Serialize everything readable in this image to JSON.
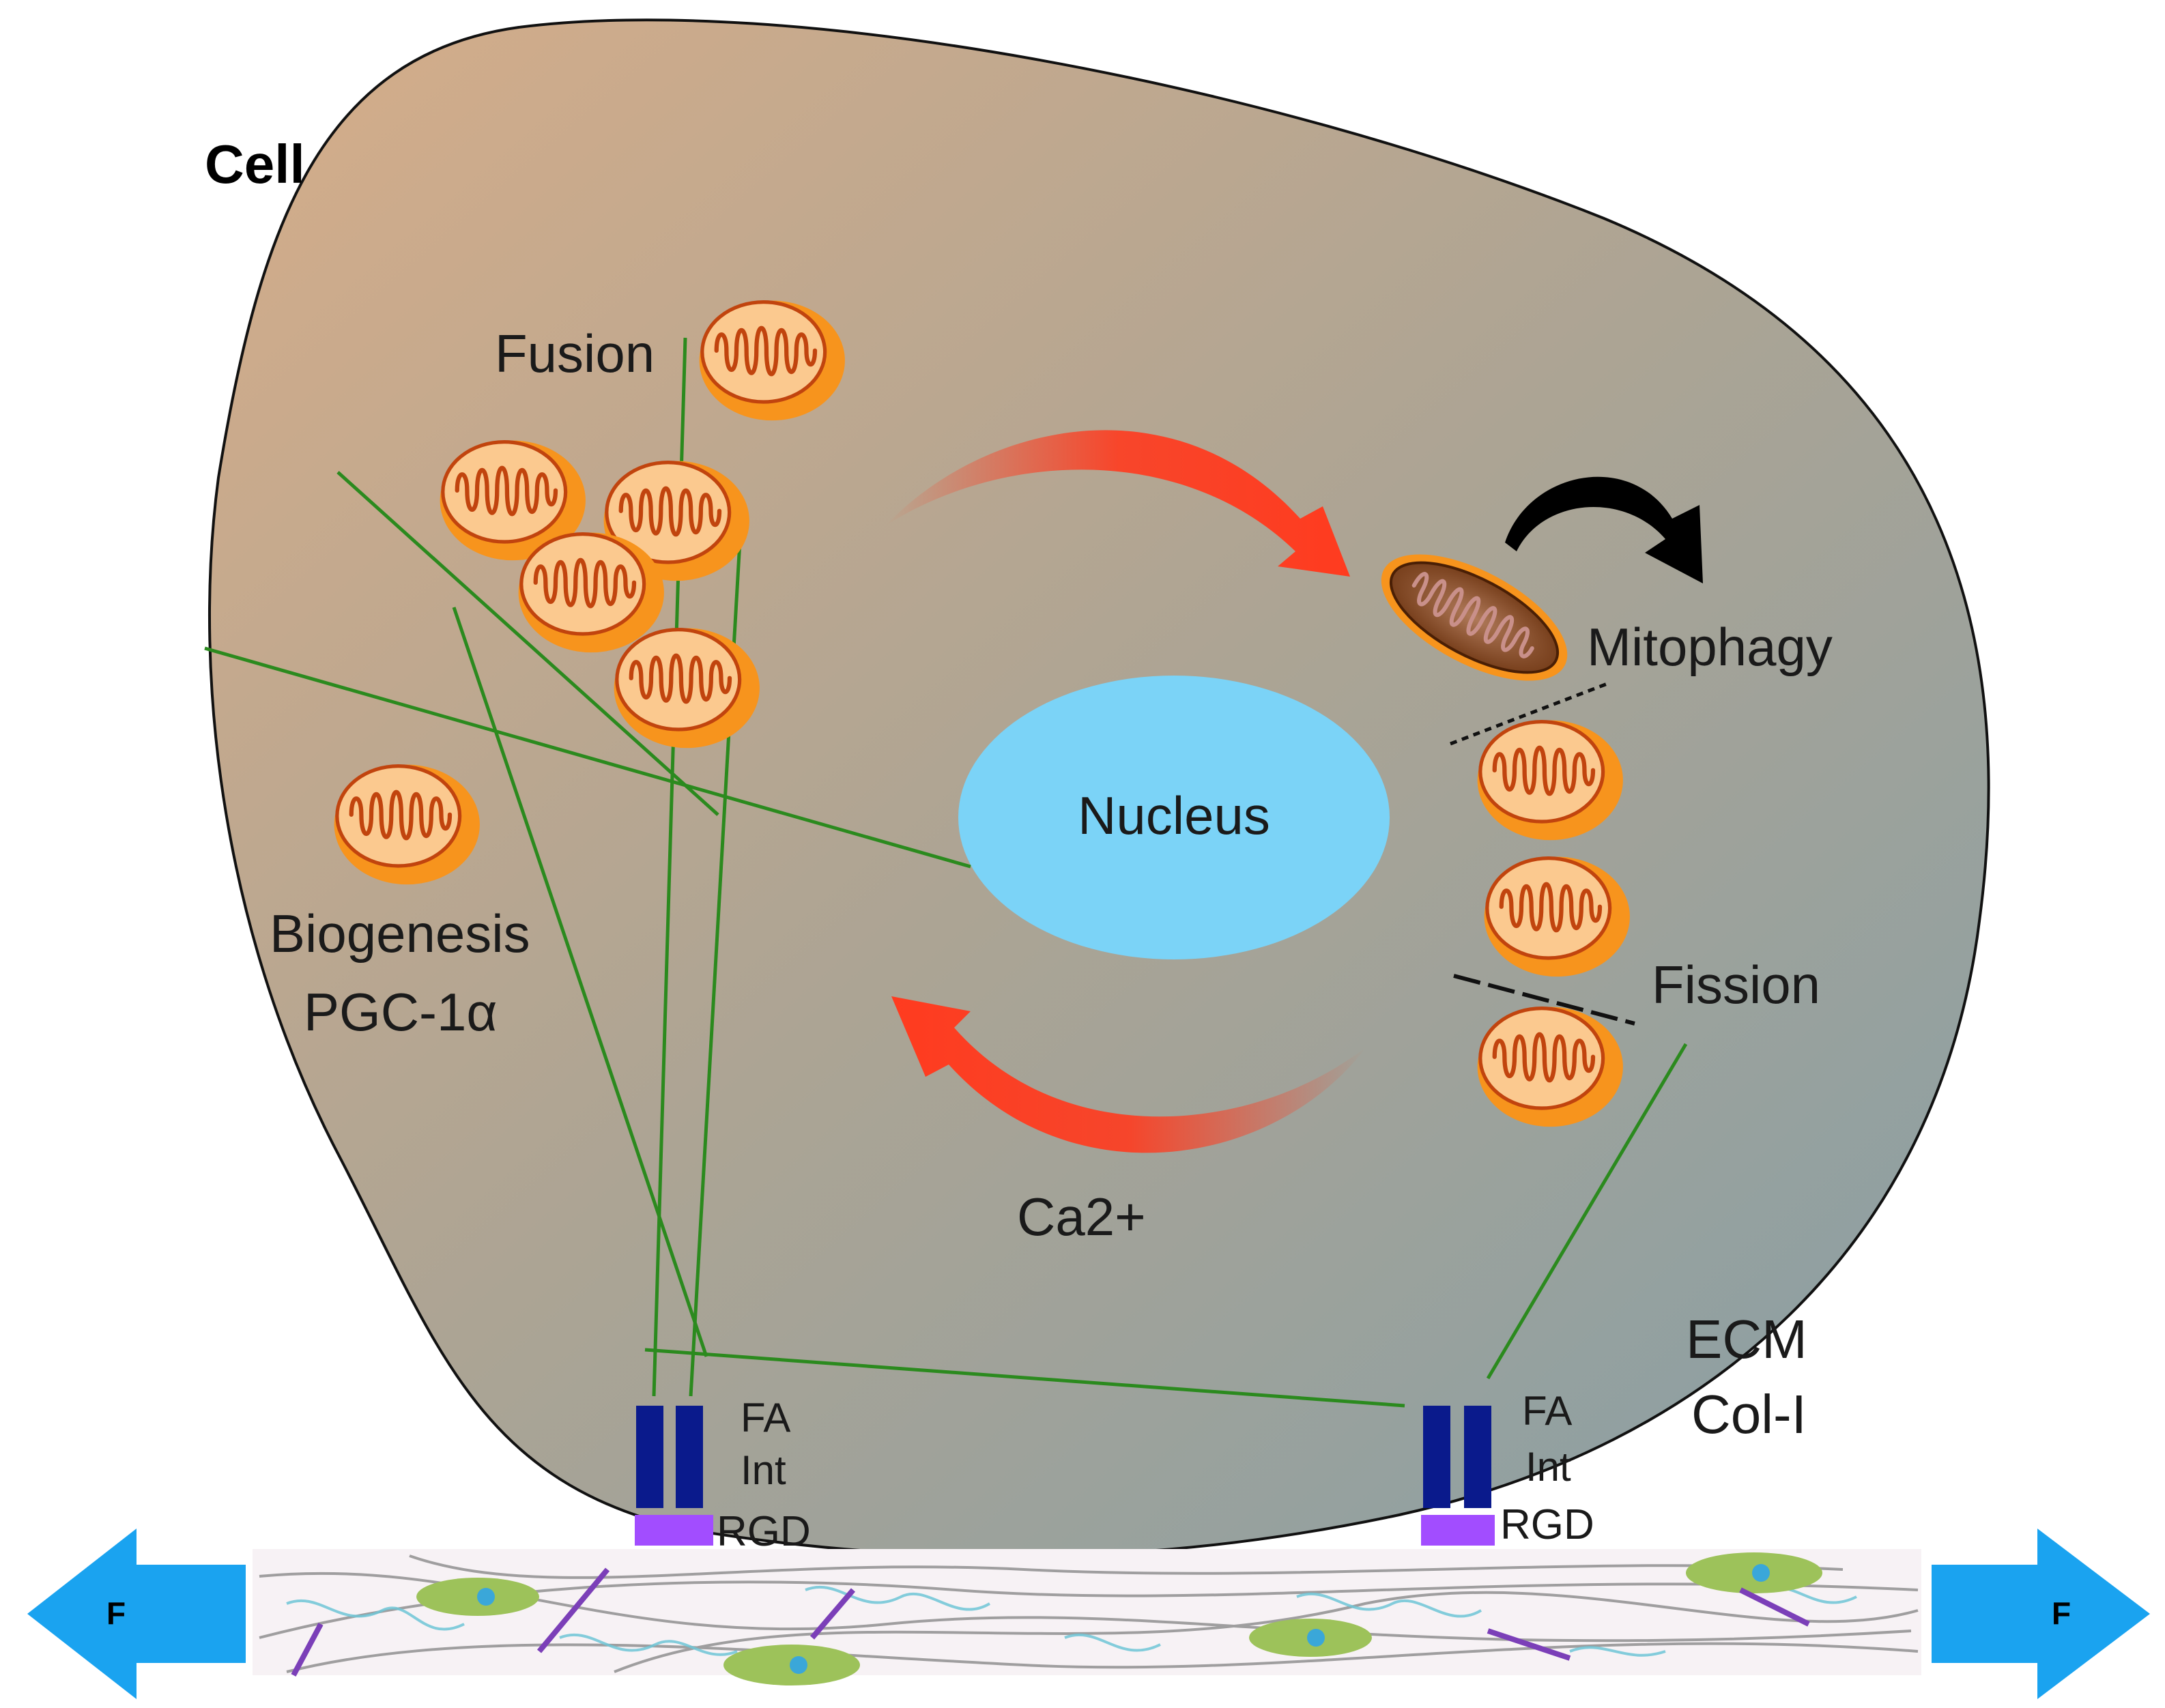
{
  "labels": {
    "cell": "Cell",
    "fusion": "Fusion",
    "mitophagy": "Mitophagy",
    "nucleus": "Nucleus",
    "biogenesis": "Biogenesis",
    "pgc": "PGC-1α",
    "fission": "Fission",
    "calcium": "Ca2+",
    "ecm": "ECM",
    "col": "Col-I",
    "fa_left": "FA",
    "int_left": "Int",
    "rgd_left": "RGD",
    "fa_right": "FA",
    "int_right": "Int",
    "rgd_right": "RGD",
    "force_left": "F",
    "force_right": "F"
  },
  "colors": {
    "cell_gradient_start": "#d4ac88",
    "cell_gradient_end": "#8fa3a6",
    "nucleus": "#7bd3f7",
    "mitochondria_fill": "#f7941d",
    "mitochondria_inner": "#fbc98f",
    "mitochondria_crista": "#c1440e",
    "mitophagy_mito": "#8b4513",
    "cytoskeleton": "#2b8a1e",
    "cycle_arrow": "#ff3b1f",
    "mitophagy_arrow": "#000000",
    "integrin": "#0a1a8c",
    "rgd": "#a24dff",
    "force_arrow": "#1aa3f0",
    "ecm_band": "#f7f2f5"
  }
}
